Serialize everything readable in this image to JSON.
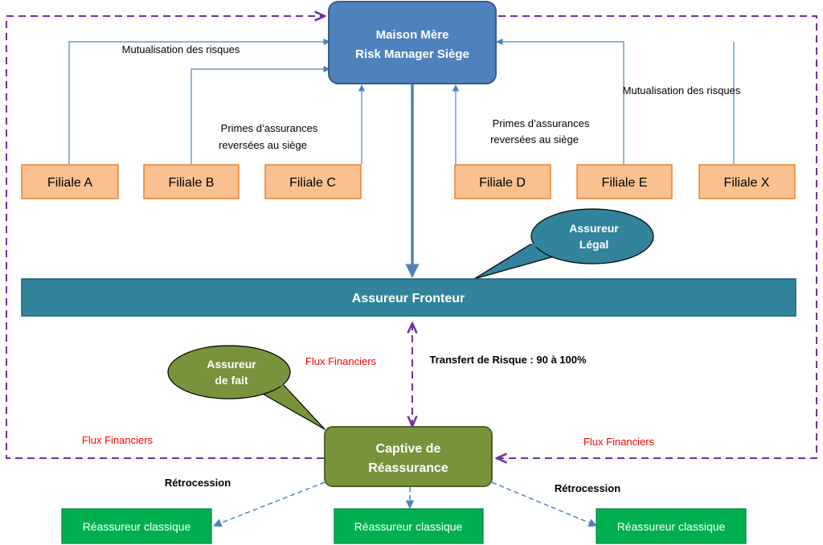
{
  "hq": {
    "line1": "Maison Mère",
    "line2": "Risk Manager Siège"
  },
  "filiales": [
    "Filiale A",
    "Filiale B",
    "Filiale C",
    "Filiale D",
    "Filiale E",
    "Filiale X"
  ],
  "labels": {
    "mutualisation": "Mutualisation des risques",
    "primes_line1": "Primes d’assurances",
    "primes_line2": "reversées au siège",
    "flux": "Flux Financiers",
    "transfert": "Transfert de Risque : 90 à 100%",
    "retrocession": "Rétrocession"
  },
  "fronteur": "Assureur Fronteur",
  "legal_bubble": {
    "line1": "Assureur",
    "line2": "Légal"
  },
  "fait_bubble": {
    "line1": "Assureur",
    "line2": "de fait"
  },
  "captive": {
    "line1": "Captive de",
    "line2": "Réassurance"
  },
  "reassureurs": [
    "Réassureur classique",
    "Réassureur classique",
    "Réassureur classique"
  ],
  "colors": {
    "hq_fill": "#4f81bd",
    "filiale_fill": "#fac090",
    "fronteur_fill": "#31849b",
    "captive_fill": "#77933c",
    "reassureur_fill": "#00b050",
    "flow_line": "#4f81bd",
    "financial_loop": "#7030a0",
    "flux_text": "#ff0000"
  }
}
